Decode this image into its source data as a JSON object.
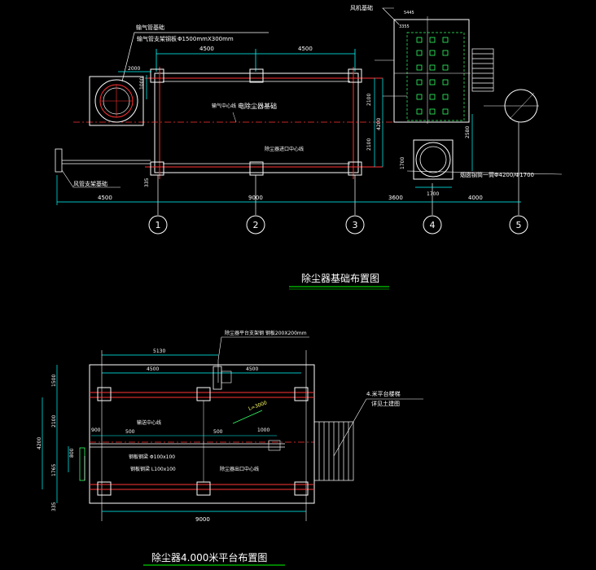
{
  "drawing1": {
    "title": "除尘器基础布置图",
    "labels": {
      "inlet_foundation": "输气管基础",
      "inlet_support": "输气管支架钢板",
      "inlet_size": "Φ1500mmX300mm",
      "fan_foundation": "风机基础",
      "center_line": "输气中心线",
      "collector_label": "电除尘器基础",
      "left_pipe_support": "风管支架基础",
      "stack_label": "烟囱钢筒一筒Φ4200/Φ1700",
      "bottom_line": "除尘器进口中心线"
    },
    "dims": {
      "top_left": "4500",
      "top_right": "4500",
      "d2000": "2000",
      "d1000": "1000",
      "v2100a": "2100",
      "v4200": "4200",
      "v2100b": "2100",
      "v2580": "2580",
      "v1700": "1700",
      "h1700": "1700",
      "v335": "335",
      "b4500": "4500",
      "b9000": "9000",
      "b3600": "3600",
      "b4000": "4000",
      "s5445": "5445",
      "s3355": "3355"
    },
    "axes": [
      "1",
      "2",
      "3",
      "4",
      "5"
    ]
  },
  "drawing2": {
    "title": "除尘器4.000米平台布置图",
    "labels": {
      "top_note": "除尘器平台支架钢 钢板200X200mm",
      "center_line": "输送中心线",
      "beam_a": "钢板钢梁 Φ100x100",
      "beam_b": "钢板钢梁 L100x100",
      "outlet_line": "除尘器出口中心线",
      "stair_note_1": "4.米平台楼梯",
      "stair_note_2": "详见土建图",
      "slope": "L=3000"
    },
    "dims": {
      "top_5130": "5130",
      "top_4500a": "4500",
      "top_4500b": "4500",
      "v1500": "1500",
      "v2100": "2100",
      "v4200": "4200",
      "v800": "800",
      "v1765": "1765",
      "v335": "335",
      "h900": "900",
      "h500a": "500",
      "h500b": "500",
      "h1000": "1000",
      "b9000": "9000"
    }
  },
  "colors": {
    "background": "#000000",
    "outline": "#ffffff",
    "centerline": "#ff3333",
    "dimension": "#00ffff",
    "accent": "#33ff66",
    "title_underline": "#00ff00"
  }
}
